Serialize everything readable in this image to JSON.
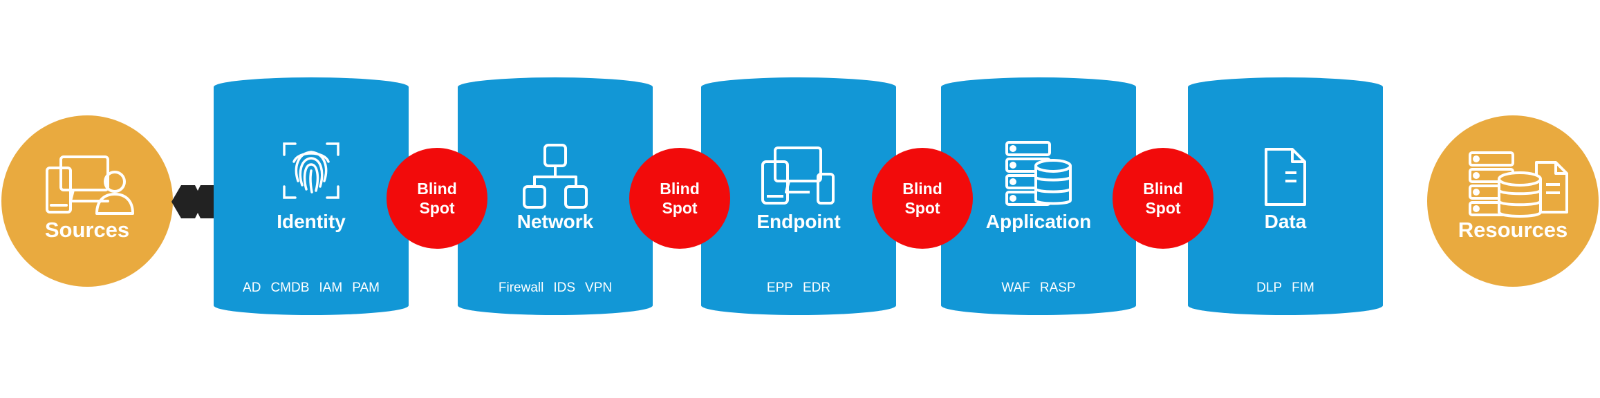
{
  "sources": {
    "label": "Sources",
    "icon": "devices-user-icon"
  },
  "resources": {
    "label": "Resources",
    "icon": "servers-database-file-icon"
  },
  "blind_spot": {
    "line1": "Blind",
    "line2": "Spot"
  },
  "panels": [
    {
      "title": "Identity",
      "icon": "fingerprint-icon",
      "tools": [
        "AD",
        "CMDB",
        "IAM",
        "PAM"
      ]
    },
    {
      "title": "Network",
      "icon": "network-topology-icon",
      "tools": [
        "Firewall",
        "IDS",
        "VPN"
      ]
    },
    {
      "title": "Endpoint",
      "icon": "devices-icon",
      "tools": [
        "EPP",
        "EDR"
      ]
    },
    {
      "title": "Application",
      "icon": "server-database-icon",
      "tools": [
        "WAF",
        "RASP"
      ]
    },
    {
      "title": "Data",
      "icon": "document-icon",
      "tools": [
        "DLP",
        "FIM"
      ]
    }
  ],
  "colors": {
    "panel": "#1297d6",
    "blind_spot": "#f20b0b",
    "endpoints": "#e9aa3f",
    "connector": "#222222"
  }
}
